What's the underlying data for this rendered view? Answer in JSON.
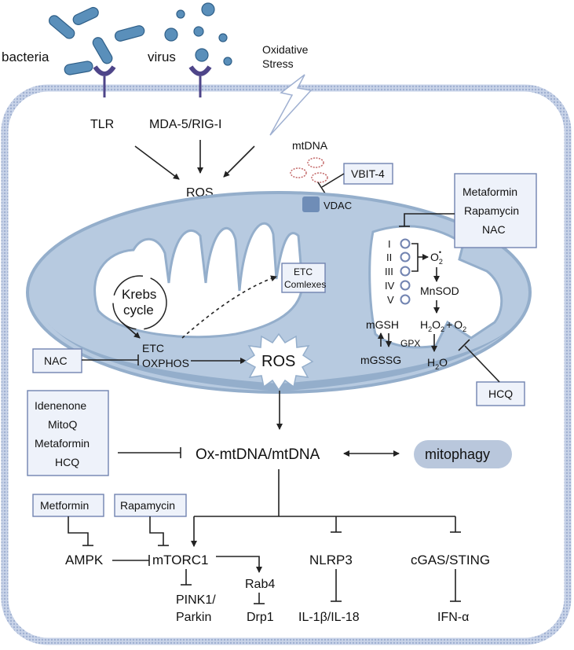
{
  "pathogens": {
    "bacteria": "bacteria",
    "virus": "virus",
    "oxidative_stress": [
      "Oxidative",
      "Stress"
    ]
  },
  "receptors": {
    "tlr": "TLR",
    "mda5_rigi": "MDA-5/RIG-I"
  },
  "ros_top": "ROS",
  "mtdna": "mtDNA",
  "vdac": "VDAC",
  "inhibitors": {
    "vbit4": "VBIT-4",
    "top_right": [
      "Metaformin",
      "Rapamycin",
      "NAC"
    ],
    "nac_left": "NAC",
    "left_group": [
      "Idenenone",
      "MitoQ",
      "Metaformin",
      "HCQ"
    ],
    "hcq": "HCQ",
    "metformin": "Metformin",
    "rapamycin": "Rapamycin"
  },
  "mitochondrion": {
    "krebs": [
      "Krebs",
      "cycle"
    ],
    "etc": "ETC",
    "oxphos": "OXPHOS",
    "etc_complexes": [
      "ETC",
      "Comlexes"
    ],
    "complexes": [
      "I",
      "II",
      "III",
      "IV",
      "V"
    ],
    "o2_radical": "O",
    "o2_sub": "2",
    "o2_dot": "•",
    "mnsod": "MnSOD",
    "h2o2_h2o": "H",
    "h2o2_sub1": "2",
    "h2o2_o": "O",
    "h2o2_sub2": "2",
    "plus": "+",
    "o2_b": "O",
    "o2_b_sub": "2",
    "h2o_h": "H",
    "h2o_sub": "2",
    "h2o_o": "O",
    "mgsh": "mGSH",
    "mgssg": "mGSSG",
    "gpx": "GPX",
    "ros_burst": "ROS"
  },
  "ox_mtdna": "Ox-mtDNA/mtDNA",
  "mitophagy": "mitophagy",
  "downstream": {
    "ampk": "AMPK",
    "mtorc1": "mTORC1",
    "nlrp3": "NLRP3",
    "cgas": "cGAS/STING",
    "pink1": [
      "PINK1/",
      "Parkin"
    ],
    "rab4": "Rab4",
    "drp1": "Drp1",
    "il1b": "IL-1β/IL-18",
    "ifna": "IFN-α"
  },
  "colors": {
    "membrane": "#b6c4de",
    "mito_outer": "#94aecb",
    "mito_inner": "#b7cae0",
    "matrix": "#ffffff",
    "box_fill": "#eef2fa",
    "box_stroke": "#7183b0",
    "pathogen": "#4f83ad",
    "receptor": "#4e4589",
    "mitophagy_fill": "#b9c7dc"
  }
}
